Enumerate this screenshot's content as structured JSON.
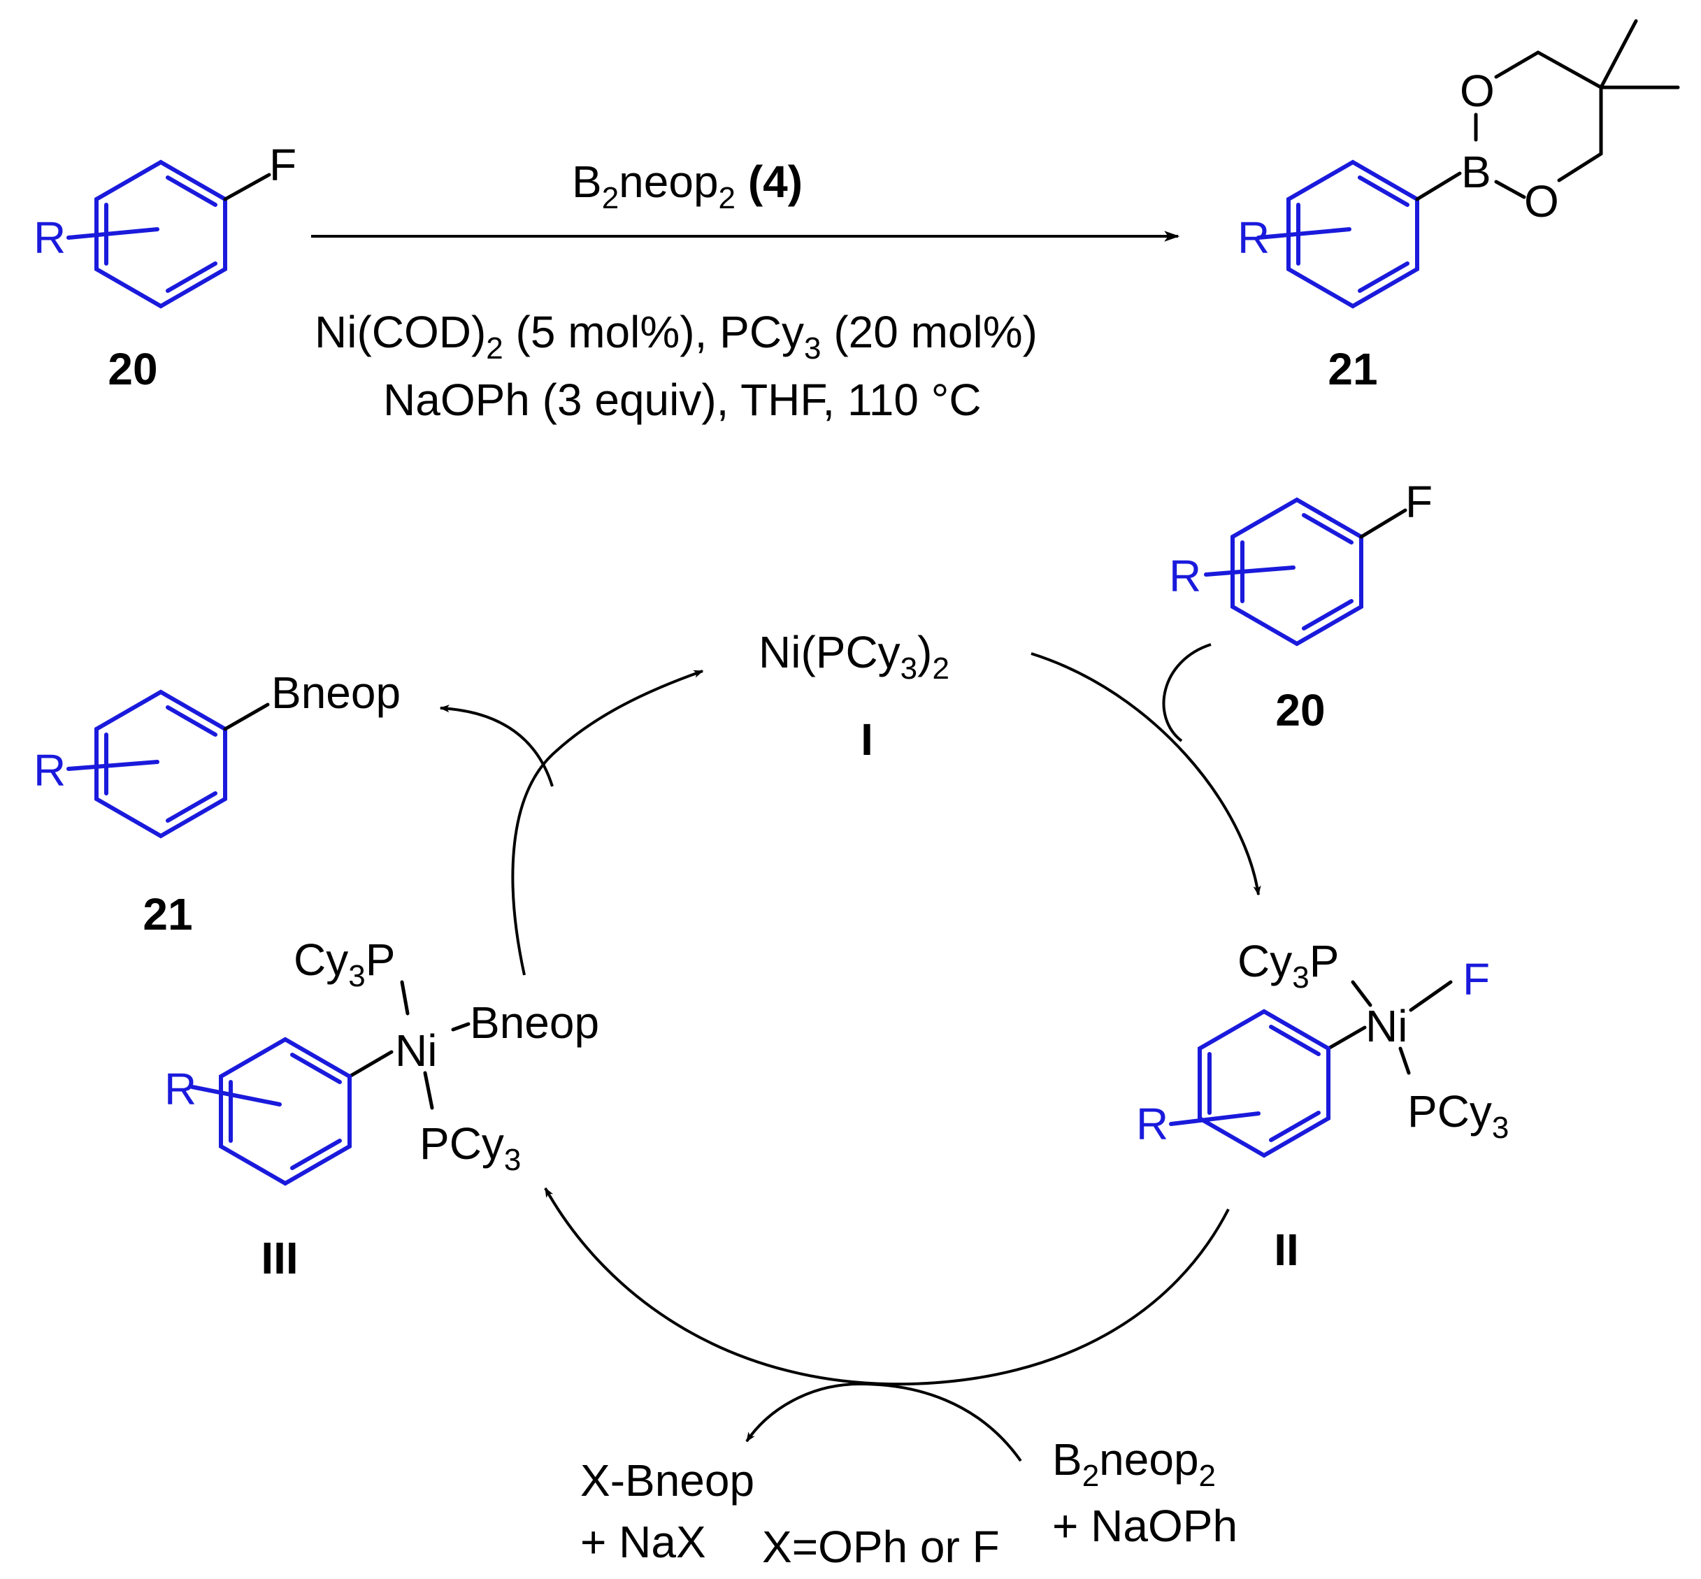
{
  "colors": {
    "aryl": "#1a1adc",
    "ink": "#000000",
    "background": "#ffffff"
  },
  "reaction": {
    "reactant_label": "20",
    "product_label": "21",
    "reagent_above": {
      "main": "B",
      "sub": "2",
      "mid": "neop",
      "sub2": "2",
      "bold": " (4)"
    },
    "conditions_line1": {
      "a": "Ni(COD)",
      "a_sub": "2",
      "b": " (5 mol%), PCy",
      "b_sub": "3",
      "c": " (20 mol%)"
    },
    "conditions_line2": "NaOPh (3 equiv), THF, 110 °C"
  },
  "atoms": {
    "F": "F",
    "R": "R",
    "B": "B",
    "O": "O",
    "Ni": "Ni"
  },
  "cycle": {
    "I": {
      "formula_a": "Ni(PCy",
      "formula_sub1": "3",
      "formula_b": ")",
      "formula_sub2": "2",
      "label": "I"
    },
    "II": {
      "cy3p_a": "Cy",
      "cy3p_sub": "3",
      "cy3p_b": "P",
      "pcy3_a": "PCy",
      "pcy3_sub": "3",
      "label": "II"
    },
    "III": {
      "cy3p_a": "Cy",
      "cy3p_sub": "3",
      "cy3p_b": "P",
      "bneop": "Bneop",
      "pcy3_a": "PCy",
      "pcy3_sub": "3",
      "label": "III"
    },
    "product": {
      "bneop": "Bneop",
      "label": "21"
    },
    "substrate": {
      "label": "20"
    },
    "byproduct": {
      "line1": "X-Bneop",
      "line2": "+ NaX",
      "note": "X=OPh or F"
    },
    "reagent": {
      "a": "B",
      "a_sub": "2",
      "b": "neop",
      "b_sub": "2",
      "line2": "+ NaOPh"
    }
  }
}
